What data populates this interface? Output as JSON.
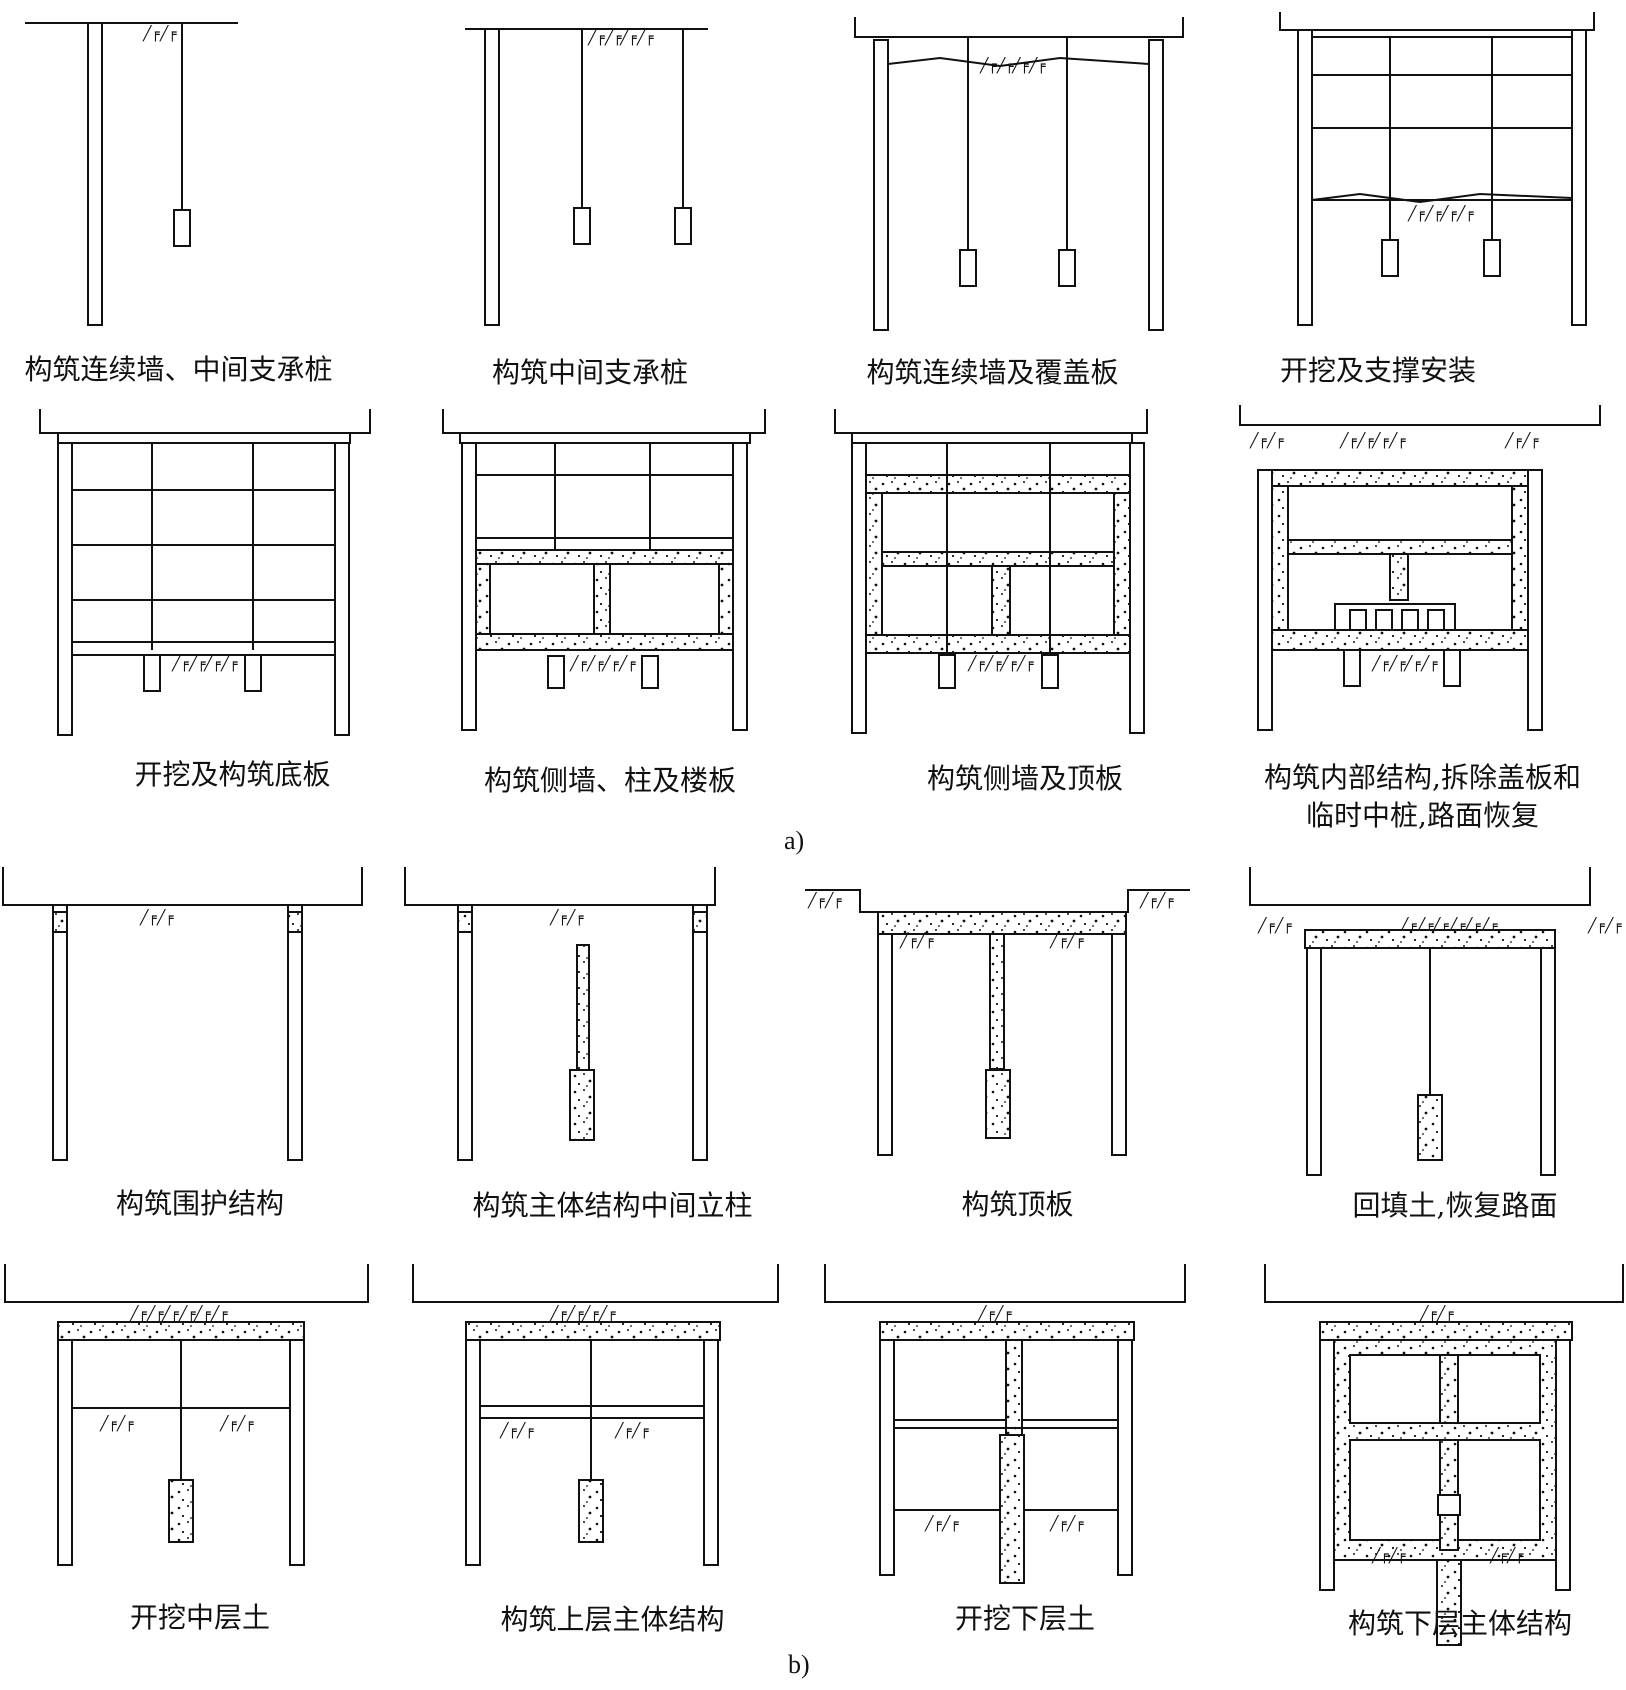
{
  "figure": {
    "part_a_label": "a)",
    "part_b_label": "b)",
    "soil_symbol": "╱╒╱╒",
    "part_a": [
      {
        "id": "a1",
        "caption": "构筑连续墙、中间支承桩"
      },
      {
        "id": "a2",
        "caption": "构筑中间支承桩"
      },
      {
        "id": "a3",
        "caption": "构筑连续墙及覆盖板"
      },
      {
        "id": "a4",
        "caption": "开挖及支撑安装"
      },
      {
        "id": "a5",
        "caption": "开挖及构筑底板"
      },
      {
        "id": "a6",
        "caption": "构筑侧墙、柱及楼板"
      },
      {
        "id": "a7",
        "caption": "构筑侧墙及顶板"
      },
      {
        "id": "a8",
        "caption_line1": "构筑内部结构,拆除盖板和",
        "caption_line2": "临时中桩,路面恢复"
      }
    ],
    "part_b": [
      {
        "id": "b1",
        "caption": "构筑围护结构"
      },
      {
        "id": "b2",
        "caption": "构筑主体结构中间立柱"
      },
      {
        "id": "b3",
        "caption": "构筑顶板"
      },
      {
        "id": "b4",
        "caption": "回填土,恢复路面"
      },
      {
        "id": "b5",
        "caption": "开挖中层土"
      },
      {
        "id": "b6",
        "caption": "构筑上层主体结构"
      },
      {
        "id": "b7",
        "caption": "开挖下层土"
      },
      {
        "id": "b8",
        "caption": "构筑下层主体结构"
      }
    ]
  }
}
